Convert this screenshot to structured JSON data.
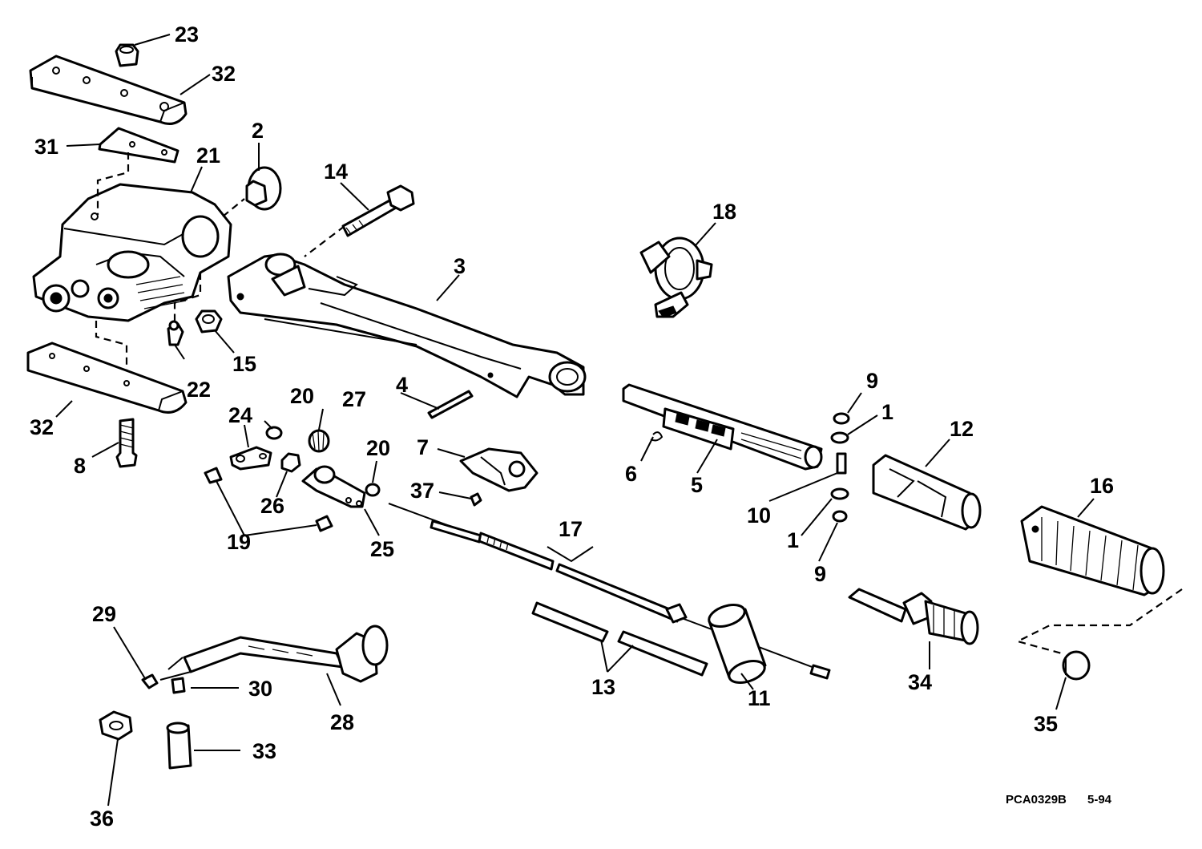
{
  "callouts": {
    "c1a": "1",
    "c1b": "1",
    "c2": "2",
    "c3": "3",
    "c4": "4",
    "c5": "5",
    "c6": "6",
    "c7": "7",
    "c8": "8",
    "c9a": "9",
    "c9b": "9",
    "c10": "10",
    "c11": "11",
    "c12": "12",
    "c13": "13",
    "c14": "14",
    "c15": "15",
    "c16": "16",
    "c17": "17",
    "c18": "18",
    "c19": "19",
    "c20a": "20",
    "c20b": "20",
    "c21": "21",
    "c22": "22",
    "c23": "23",
    "c24": "24",
    "c25": "25",
    "c26": "26",
    "c27": "27",
    "c28": "28",
    "c29": "29",
    "c30": "30",
    "c31": "31",
    "c32a": "32",
    "c32b": "32",
    "c33": "33",
    "c34": "34",
    "c35": "35",
    "c36": "36",
    "c37": "37"
  },
  "footer": {
    "drawing_id": "PCA0329B",
    "date": "5-94"
  }
}
